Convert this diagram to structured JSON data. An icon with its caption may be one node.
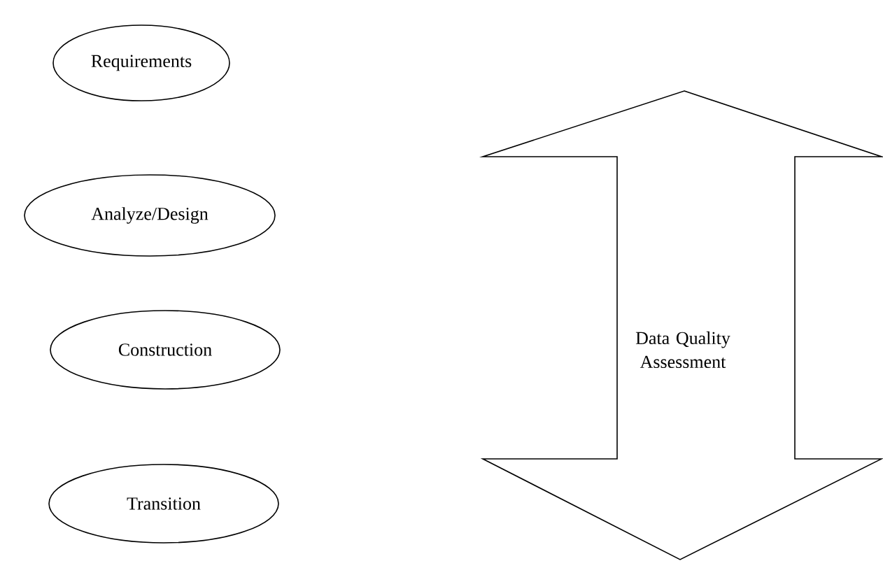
{
  "diagram": {
    "nodes": [
      {
        "text": [
          "Requirements"
        ]
      },
      {
        "text": [
          "Analyze/Design"
        ]
      },
      {
        "text": [
          "Construction"
        ]
      },
      {
        "text": [
          "Transition"
        ]
      },
      {
        "text": [
          "Data Quality Assessment"
        ]
      }
    ]
  }
}
